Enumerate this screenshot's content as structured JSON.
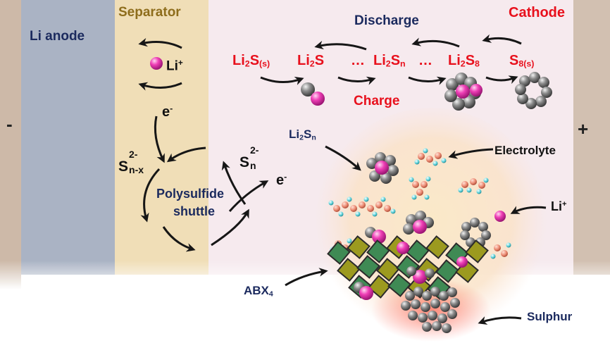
{
  "labels": {
    "anode": "Li anode",
    "separator": "Separator",
    "cathode": "Cathode",
    "minus": "-",
    "plus": "+",
    "discharge": "Discharge",
    "charge": "Charge",
    "shuttle_line1": "Polysulfide",
    "shuttle_line2": "shuttle",
    "electrolyte": "Electrolyte",
    "sulphur": "Sulphur"
  },
  "chem": {
    "li_plus_sep": {
      "base": "Li",
      "sup": "+"
    },
    "li_plus_right": {
      "base": "Li",
      "sup": "+"
    },
    "e_top": {
      "base": "e",
      "sup": "-"
    },
    "e_right": {
      "base": "e",
      "sup": "-"
    },
    "s_n_minus_x": {
      "base": "S",
      "sup": "2-",
      "sub": "n-x"
    },
    "s_n": {
      "base": "S",
      "sup": "2-",
      "sub": "n"
    },
    "li2s_solid": {
      "base": "Li",
      "sub1": "2",
      "mid": "S",
      "sub2": "(s)"
    },
    "li2s": {
      "base": "Li",
      "sub1": "2",
      "mid": "S"
    },
    "ellipsis_left": "…",
    "li2sn_chain": {
      "base": "Li",
      "sub1": "2",
      "mid": "S",
      "sub2": "n"
    },
    "ellipsis_right": "…",
    "li2s8": {
      "base": "Li",
      "sub1": "2",
      "mid": "S",
      "sub2": "8"
    },
    "s8_solid": {
      "base": "S",
      "sub1": "8(s)"
    },
    "li2sn_label": {
      "base": "Li",
      "sub1": "2",
      "mid": "S",
      "sub2": "n"
    },
    "abx4": {
      "base": "ABX",
      "sub1": "4"
    }
  },
  "colors": {
    "anode": "#aab3c4",
    "separator": "#f0deb7",
    "cathode": "#f6eaee",
    "current_collector": "#cdb9a8",
    "navy": "#1b2a5e",
    "red": "#e8101c",
    "li_ion": "#ef3fb6",
    "sulfur": "#7d7d7d",
    "crystal_green": "#3f8a54",
    "crystal_olive": "#9c9a1f"
  }
}
